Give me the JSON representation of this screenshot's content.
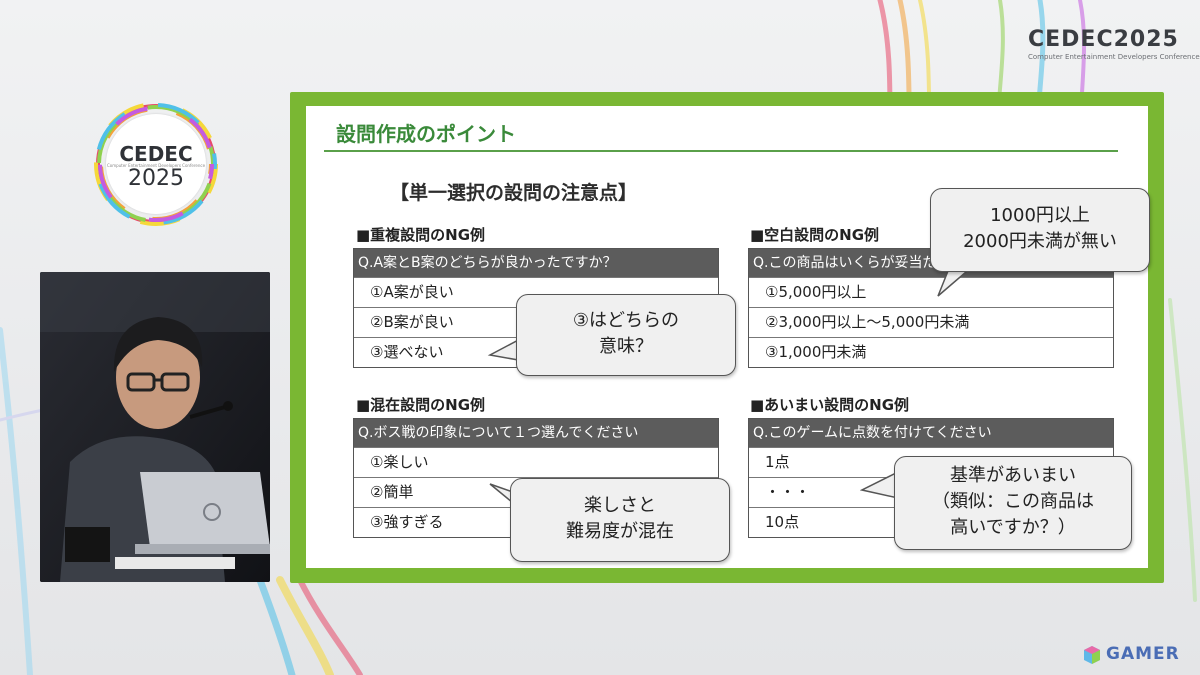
{
  "header_logo": {
    "word": "CEDEC2025",
    "tagline": "Computer Entertainment Developers Conference"
  },
  "round_logo": {
    "word": "CEDEC",
    "year": "2025",
    "tagline": "Computer Entertainment Developers Conference"
  },
  "slide": {
    "title": "設問作成のポイント",
    "subheading": "【単一選択の設問の注意点】",
    "sections": [
      {
        "label": "■重複設問のNG例",
        "question": "Q.A案とB案のどちらが良かったですか？",
        "options": [
          "①A案が良い",
          "②B案が良い",
          "③選べない"
        ],
        "callout": [
          "③はどちらの",
          "意味？"
        ]
      },
      {
        "label": "■空白設問のNG例",
        "question": "Q.この商品はいくらが妥当だと思いますか？",
        "options": [
          "①5,000円以上",
          "②3,000円以上～5,000円未満",
          "③1,000円未満"
        ],
        "callout": [
          "1000円以上",
          "2000円未満が無い"
        ]
      },
      {
        "label": "■混在設問のNG例",
        "question": "Q.ボス戦の印象について１つ選んでください",
        "options": [
          "①楽しい",
          "②簡単",
          "③強すぎる"
        ],
        "callout": [
          "楽しさと",
          "難易度が混在"
        ]
      },
      {
        "label": "■あいまい設問のNG例",
        "question": "Q.このゲームに点数を付けてください",
        "options": [
          "1点",
          "・・・",
          "10点"
        ],
        "callout": [
          "基準があいまい",
          "（類似：この商品は",
          "高いですか？）"
        ]
      }
    ]
  },
  "watermark": {
    "text": "GAMER"
  },
  "colors": {
    "slide_frame": "#7ab733",
    "title_green": "#3a8a3a",
    "table_header": "#5c5c5c",
    "gamer_blue": "#4a6db5"
  }
}
